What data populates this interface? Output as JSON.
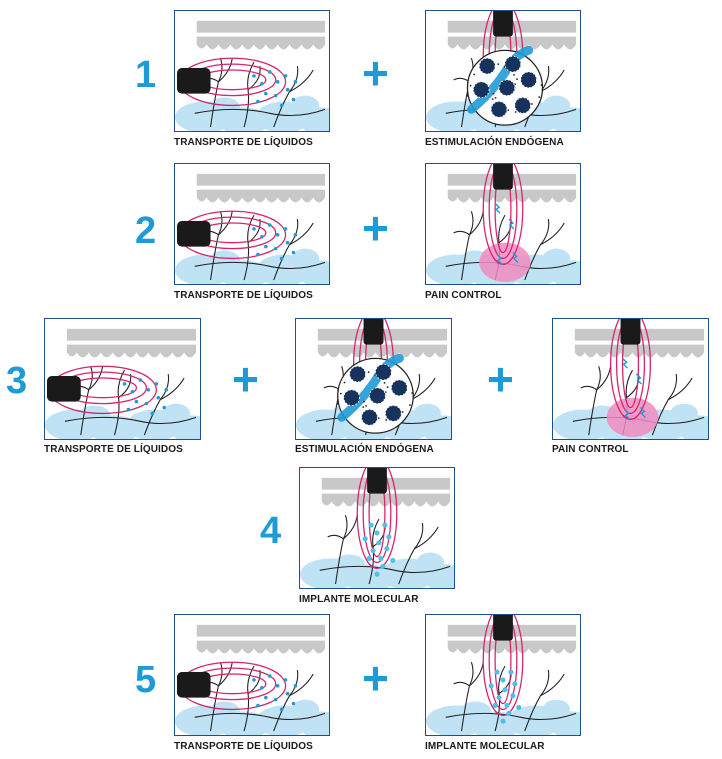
{
  "rows": [
    {
      "number": "1",
      "panels": [
        {
          "type": "lateral",
          "caption": "TRANSPORTE DE LÍQUIDOS"
        },
        {
          "type": "endogena",
          "caption": "ESTIMULACIÓN ENDÓGENA"
        }
      ]
    },
    {
      "number": "2",
      "panels": [
        {
          "type": "lateral",
          "caption": "TRANSPORTE DE LÍQUIDOS"
        },
        {
          "type": "pain",
          "caption": "PAIN CONTROL"
        }
      ]
    },
    {
      "number": "3",
      "panels": [
        {
          "type": "lateral",
          "caption": "TRANSPORTE DE LÍQUIDOS"
        },
        {
          "type": "endogena",
          "caption": "ESTIMULACIÓN ENDÓGENA"
        },
        {
          "type": "pain",
          "caption": "PAIN CONTROL"
        }
      ]
    },
    {
      "number": "4",
      "panels": [
        {
          "type": "implant",
          "caption": "IMPLANTE MOLECULAR"
        }
      ]
    },
    {
      "number": "5",
      "panels": [
        {
          "type": "lateral",
          "caption": "TRANSPORTE DE LÍQUIDOS"
        },
        {
          "type": "implant",
          "caption": "IMPLANTE MOLECULAR"
        }
      ]
    }
  ],
  "plus_symbol": "+",
  "colors": {
    "accent": "#1e9ad6",
    "frame": "#1f4e8c",
    "skin_gray": "#c8c8c8",
    "tissue_blue": "#bfe3f5",
    "field_pink": "#d6246e",
    "pain_zone": "#f08cc0",
    "particle_navy": "#17325c",
    "probe": "#1a1a1a"
  }
}
